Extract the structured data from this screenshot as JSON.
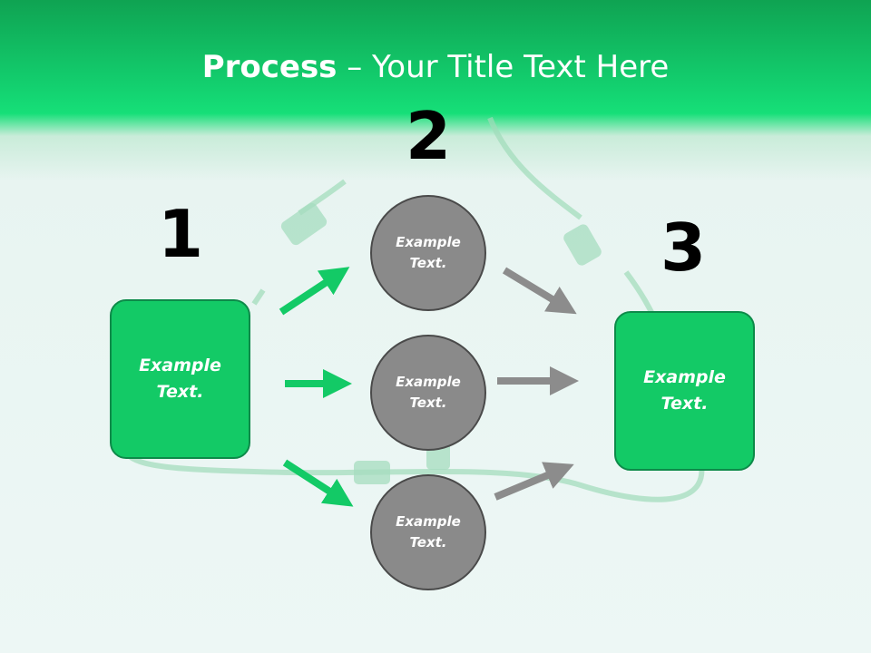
{
  "title": {
    "bold": "Process",
    "rest": " – Your Title Text Here"
  },
  "steps": [
    {
      "number": "1",
      "text": "Example\nText."
    },
    {
      "number": "2"
    },
    {
      "number": "3",
      "text": "Example\nText."
    }
  ],
  "circles": [
    {
      "text": "Example\nText."
    },
    {
      "text": "Example\nText."
    },
    {
      "text": "Example\nText."
    }
  ],
  "colors": {
    "green": "#13ca66",
    "gray": "#8a8a8a",
    "arrow_green": "#13ca66",
    "arrow_gray": "#8c8c8c"
  }
}
